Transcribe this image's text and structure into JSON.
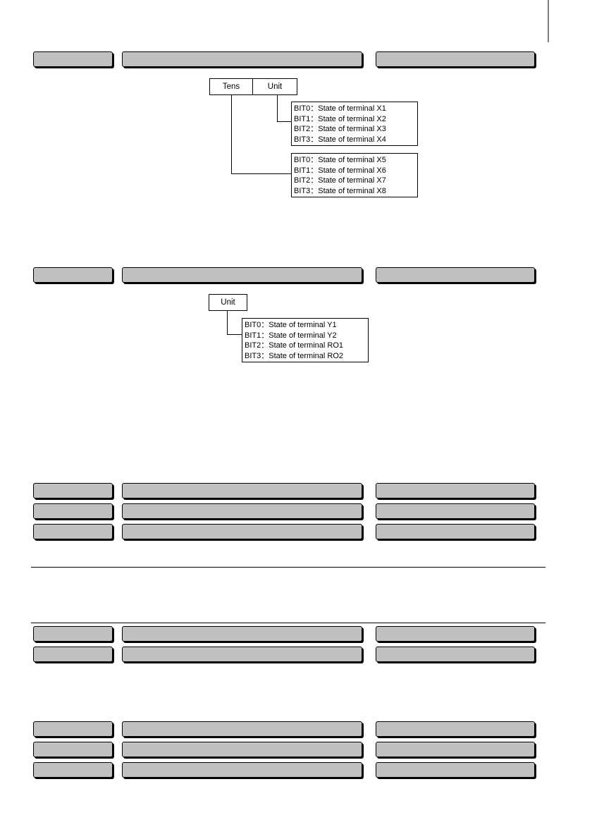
{
  "input_terminals": {
    "digits": {
      "tens": "Tens",
      "unit": "Unit"
    },
    "unit_bits": [
      "BIT0：State of terminal X1",
      "BIT1：State of terminal X2",
      "BIT2：State of terminal X3",
      "BIT3：State of terminal X4"
    ],
    "tens_bits": [
      "BIT0：State of terminal X5",
      "BIT1：State of terminal X6",
      "BIT2：State of terminal X7",
      "BIT3：State of terminal X8"
    ]
  },
  "output_terminals": {
    "digits": {
      "unit": "Unit"
    },
    "unit_bits": [
      "BIT0：State of terminal Y1",
      "BIT1：State of terminal Y2",
      "BIT2：State of terminal RO1",
      "BIT3：State of terminal RO2"
    ]
  }
}
